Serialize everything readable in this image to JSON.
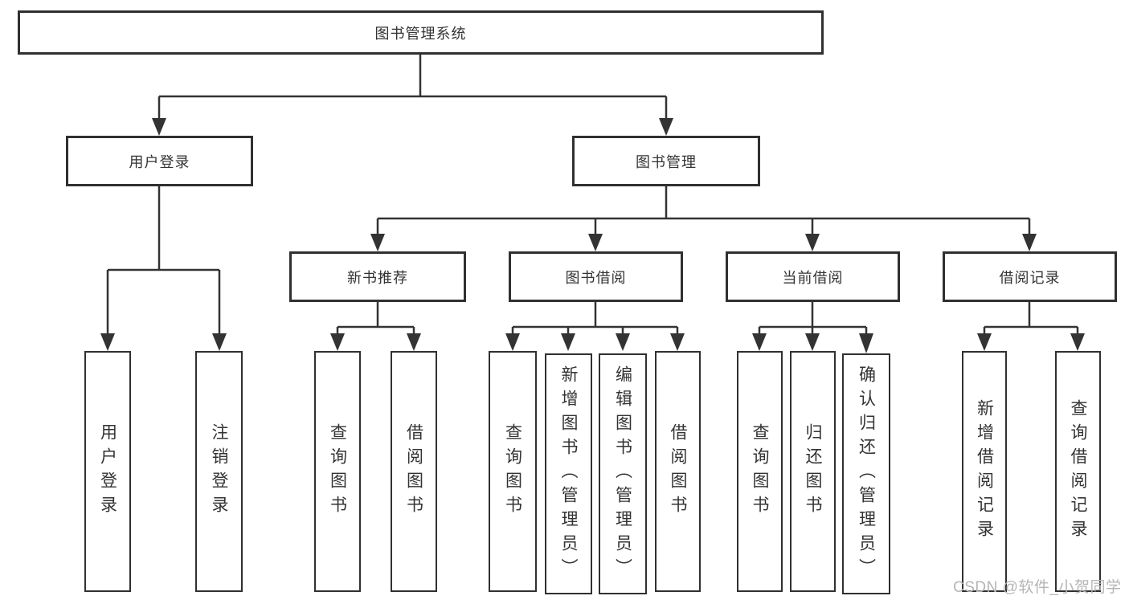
{
  "diagram": {
    "type": "tree-structure-chart",
    "colors": {
      "line": "#333333",
      "box_border": "#303030",
      "text": "#333333",
      "watermark": "#b5b5b5",
      "background": "#ffffff"
    },
    "tree": {
      "label": "图书管理系统",
      "children": [
        {
          "label": "用户登录",
          "children": [
            {
              "label": "用户登录"
            },
            {
              "label": "注销登录"
            }
          ]
        },
        {
          "label": "图书管理",
          "children": [
            {
              "label": "新书推荐",
              "children": [
                {
                  "label": "查询图书"
                },
                {
                  "label": "借阅图书"
                }
              ]
            },
            {
              "label": "图书借阅",
              "children": [
                {
                  "label": "查询图书"
                },
                {
                  "label": "新增图书（管理员）"
                },
                {
                  "label": "编辑图书（管理员）"
                },
                {
                  "label": "借阅图书"
                }
              ]
            },
            {
              "label": "当前借阅",
              "children": [
                {
                  "label": "查询图书"
                },
                {
                  "label": "归还图书"
                },
                {
                  "label": "确认归还（管理员）"
                }
              ]
            },
            {
              "label": "借阅记录",
              "children": [
                {
                  "label": "新增借阅记录"
                },
                {
                  "label": "查询借阅记录"
                }
              ]
            }
          ]
        }
      ]
    },
    "watermark": "CSDN @软件_小贺同学"
  }
}
